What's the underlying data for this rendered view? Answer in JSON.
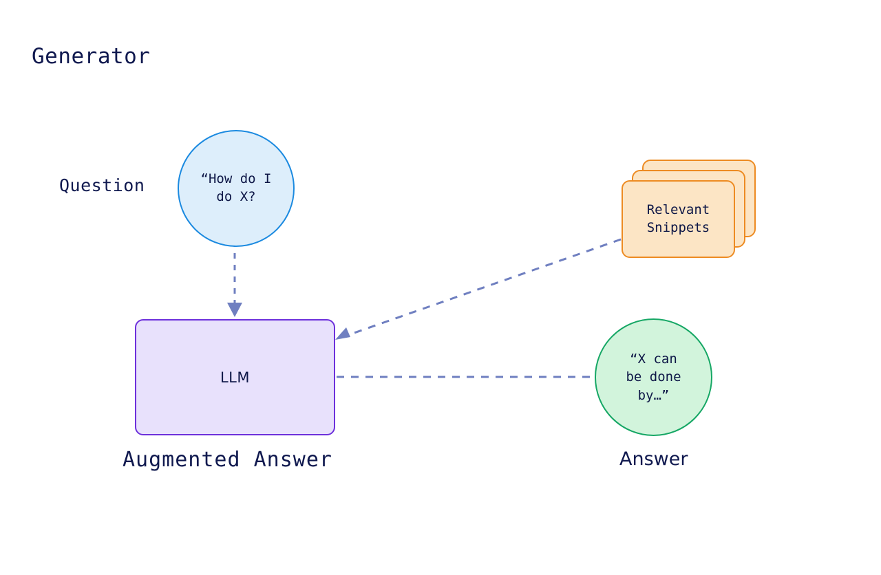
{
  "diagram": {
    "title": "Generator",
    "type": "flow-diagram",
    "background_color": "#ffffff",
    "title_color": "#10194f"
  },
  "nodes": {
    "question": {
      "label": "Question",
      "text": "“How do I\ndo X?",
      "shape": "circle",
      "fill_color": "#ddeefb",
      "border_color": "#1b8ae0"
    },
    "snippets": {
      "text": "Relevant\nSnippets",
      "shape": "stacked-cards",
      "card_count": 3,
      "fill_color": "#fce5c5",
      "border_color": "#ed8b22"
    },
    "llm": {
      "text": "LLM",
      "label": "Augmented Answer",
      "shape": "rounded-rect",
      "fill_color": "#e8e1fc",
      "border_color": "#6d30db"
    },
    "answer": {
      "label": "Answer",
      "text": "“X can\nbe done\nby…”",
      "shape": "circle",
      "fill_color": "#d2f4dc",
      "border_color": "#16a765"
    }
  },
  "edges": [
    {
      "name": "question-to-llm",
      "from": "question",
      "to": "llm",
      "style": "dashed",
      "color": "#6f7fc0",
      "arrowhead": "down"
    },
    {
      "name": "snippets-to-llm",
      "from": "snippets",
      "to": "llm",
      "style": "dashed",
      "color": "#6f7fc0",
      "arrowhead": "left"
    },
    {
      "name": "llm-to-answer",
      "from": "llm",
      "to": "answer",
      "style": "dashed",
      "color": "#6f7fc0",
      "arrowhead": "right"
    }
  ]
}
